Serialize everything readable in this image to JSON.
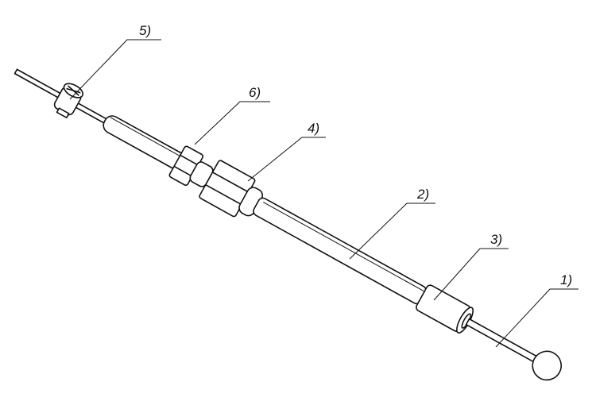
{
  "figure": {
    "labels": {
      "l1": "1)",
      "l2": "2)",
      "l3": "3)",
      "l4": "4)",
      "l5": "5)",
      "l6": "6)"
    },
    "colors": {
      "line": "#111111",
      "background": "#ffffff"
    }
  }
}
